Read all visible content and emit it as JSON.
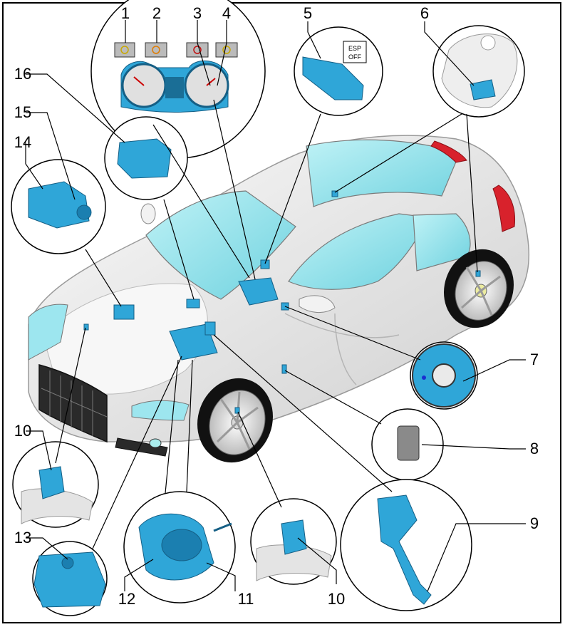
{
  "callouts": {
    "n1": "1",
    "n2": "2",
    "n3": "3",
    "n4": "4",
    "n5": "5",
    "n6": "6",
    "n7": "7",
    "n8": "8",
    "n9": "9",
    "n10a": "10",
    "n10b": "10",
    "n11": "11",
    "n12": "12",
    "n13": "13",
    "n14": "14",
    "n15": "15",
    "n16": "16"
  },
  "esp_button": {
    "line1": "ESP",
    "line2": "OFF"
  },
  "colors": {
    "component": "#2fa6d8",
    "component_dark": "#1b7fb0",
    "glass": "#8fe0ea",
    "body": "#e9e9e9",
    "outline": "#000000",
    "taillight": "#d8222c"
  }
}
